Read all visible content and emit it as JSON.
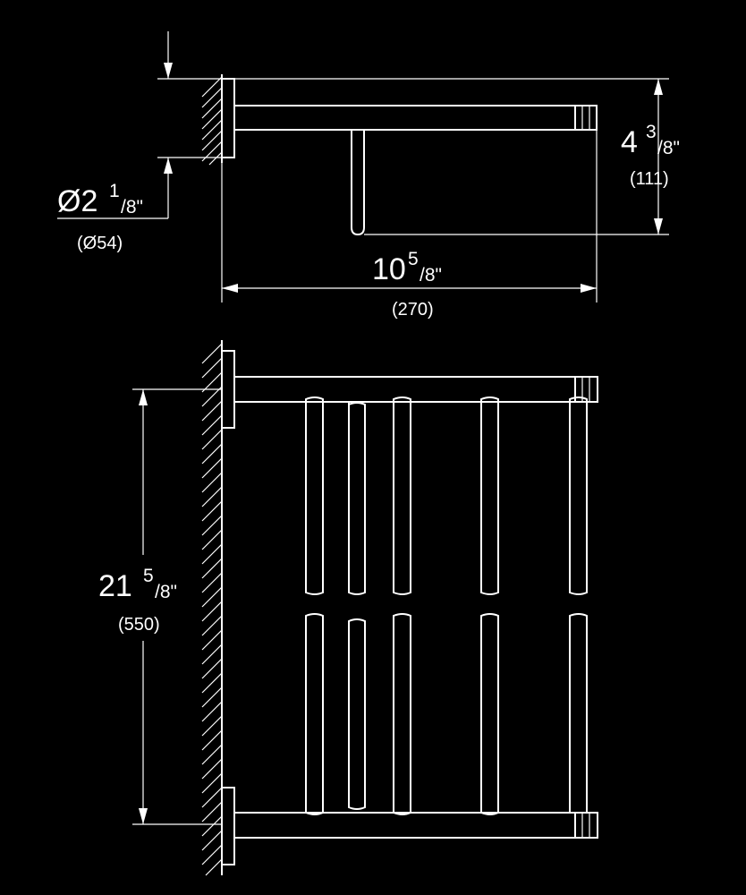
{
  "dimensions": {
    "height": {
      "whole": "4",
      "num": "3",
      "den": "/8\"",
      "metric": "(111)"
    },
    "depth": {
      "whole": "10",
      "num": "5",
      "den": "/8\"",
      "metric": "(270)"
    },
    "diameter": {
      "whole": "Ø2",
      "num": "1",
      "den": "/8\"",
      "metric": "(Ø54)"
    },
    "width": {
      "whole": "21",
      "num": "5",
      "den": "/8\"",
      "metric": "(550)"
    }
  },
  "colors": {
    "background": "#000000",
    "lines": "#ffffff"
  }
}
